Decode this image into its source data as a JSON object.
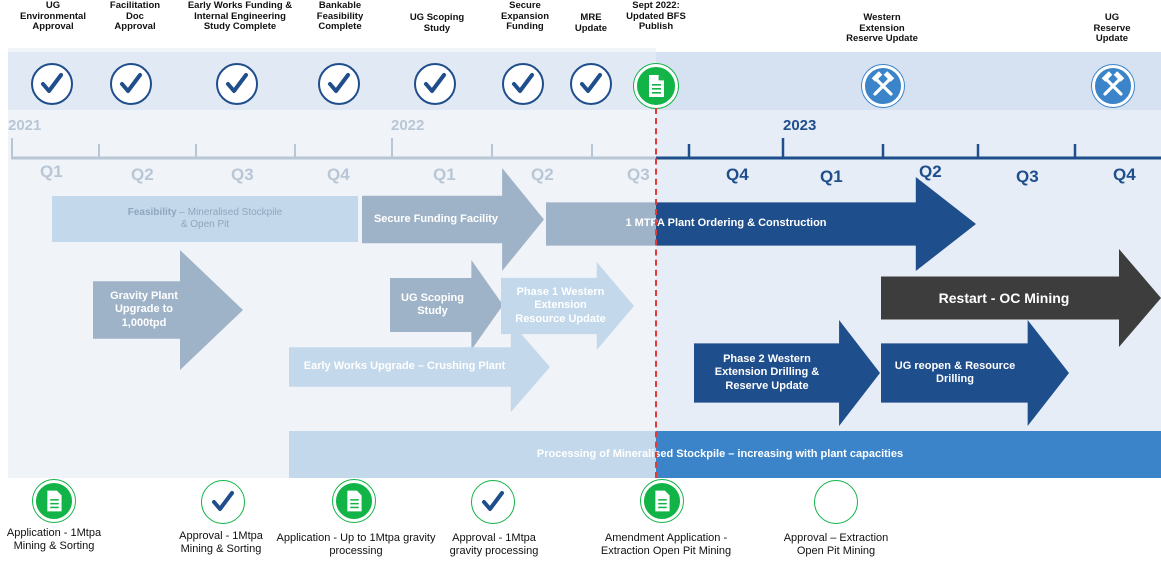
{
  "colors": {
    "accent_navy": "#1f4e8c",
    "light_arrow": "#c3d8ea",
    "mid_arrow": "#9fb3c8",
    "dark_arrow": "#3d3d3d",
    "green": "#12b347",
    "today_line": "#e53935"
  },
  "milestones": [
    {
      "label": "UG\nEnvironmental\nApproval",
      "icon": "check-icon"
    },
    {
      "label": "Facilitation\nDoc\nApproval",
      "icon": "check-icon"
    },
    {
      "label": "Early Works Funding &\nInternal Engineering\nStudy Complete",
      "icon": "check-icon"
    },
    {
      "label": "Bankable\nFeasibility\nComplete",
      "icon": "check-icon"
    },
    {
      "label": "UG Scoping\nStudy",
      "icon": "check-icon"
    },
    {
      "label": "Secure\nExpansion\nFunding",
      "icon": "check-icon"
    },
    {
      "label": "MRE\nUpdate",
      "icon": "check-icon"
    },
    {
      "label": "Sept 2022:\nUpdated BFS\nPublish",
      "icon": "document-icon"
    },
    {
      "label": "Western\nExtension\nReserve Update",
      "icon": "hammer-icon"
    },
    {
      "label": "UG Reserve\nUpdate",
      "icon": "hammer-icon"
    }
  ],
  "years": [
    "2021",
    "2022",
    "2023"
  ],
  "quarters": [
    "Q1",
    "Q2",
    "Q3",
    "Q4",
    "Q1",
    "Q2",
    "Q3",
    "Q4",
    "Q1",
    "Q2",
    "Q3",
    "Q4"
  ],
  "activities": {
    "feasibility_bold": "Feasibility",
    "feasibility_rest": " – Mineralised Stockpile\n& Open Pit",
    "secure_funding": "Secure Funding Facility",
    "plant_ordering": "1 MTPA Plant Ordering & Construction",
    "gravity_plant": "Gravity Plant\nUpgrade to\n1,000tpd",
    "ug_scoping": "UG Scoping\nStudy",
    "phase1": "Phase 1 Western\nExtension\nResource Update",
    "restart": "Restart - OC Mining",
    "early_works": "Early Works Upgrade – Crushing Plant",
    "phase2": "Phase 2 Western\nExtension Drilling &\nReserve Update",
    "ug_reopen": "UG reopen & Resource\nDrilling",
    "processing": "Processing of Mineralised Stockpile – increasing with plant capacities"
  },
  "regulatory": [
    {
      "label": "Application - 1Mtpa\nMining & Sorting",
      "icon": "document-icon"
    },
    {
      "label": "Approval - 1Mtpa\nMining & Sorting",
      "icon": "check-icon"
    },
    {
      "label": "Application - Up to 1Mtpa gravity\nprocessing",
      "icon": "document-icon"
    },
    {
      "label": "Approval - 1Mtpa\ngravity processing",
      "icon": "check-icon"
    },
    {
      "label": "Amendment Application -\nExtraction Open Pit Mining",
      "icon": "document-icon"
    },
    {
      "label": "Approval – Extraction\nOpen Pit Mining",
      "icon": "empty-circle-icon"
    }
  ]
}
